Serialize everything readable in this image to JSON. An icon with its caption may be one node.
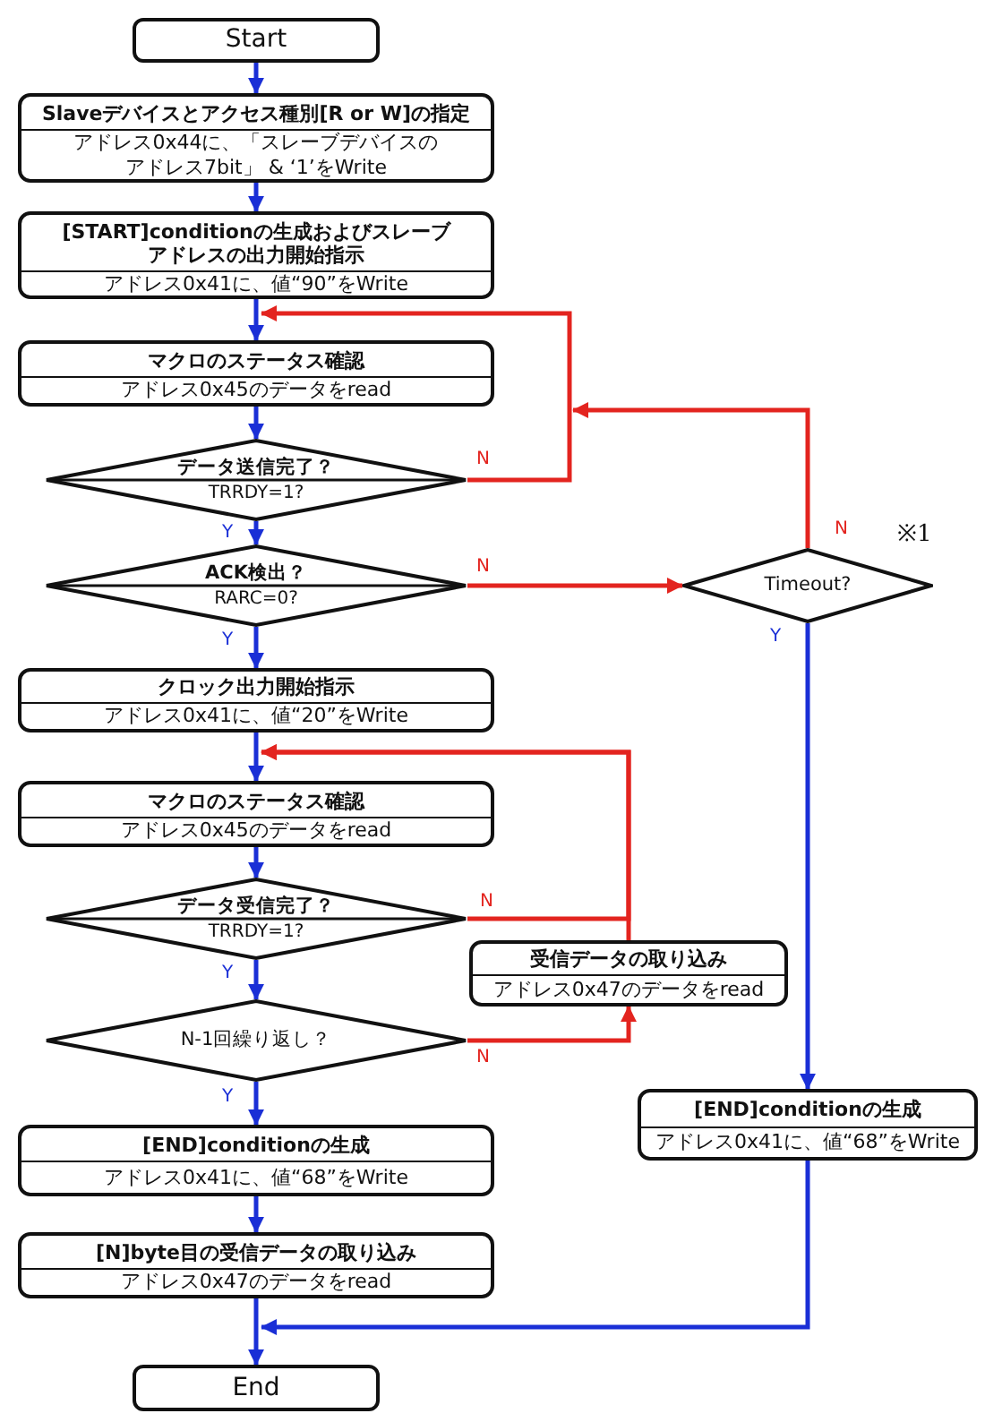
{
  "diagram": {
    "nodes": [
      {
        "text": [
          "Start"
        ]
      },
      {
        "text": [
          "Slaveデバイスとアクセス種別[R or W]の指定",
          "アドレス0x44に、「スレーブデバイスのアドレス7bit」 & ‘1’をWrite"
        ]
      },
      {
        "text": [
          "[START]conditionの生成およびスレーブアドレスの出力開始指示",
          "アドレス0x41に、値“90”をWrite"
        ]
      },
      {
        "text": [
          "マクロのステータス確認",
          "アドレス0x45のデータをread"
        ]
      },
      {
        "text": [
          "データ送信完了？",
          "TRRDY=1?"
        ]
      },
      {
        "text": [
          "ACK検出？",
          "RARC=0?"
        ]
      },
      {
        "text": [
          "Timeout?"
        ],
        "beside": [
          "※1"
        ]
      },
      {
        "text": [
          "クロック出力開始指示",
          "アドレス0x41に、値“20”をWrite"
        ]
      },
      {
        "text": [
          "マクロのステータス確認",
          "アドレス0x45のデータをread"
        ]
      },
      {
        "text": [
          "データ受信完了？",
          "TRRDY=1?"
        ]
      },
      {
        "text": [
          "受信データの取り込み",
          "アドレス0x47のデータをread"
        ]
      },
      {
        "text": [
          "N-1回繰り返し？"
        ]
      },
      {
        "text": [
          "[END]conditionの生成",
          "アドレス0x41に、値“68”をWrite"
        ]
      },
      {
        "text": [
          "[N]byte目の受信データの取り込み",
          "アドレス0x47のデータをread"
        ]
      },
      {
        "text": [
          "[END]conditionの生成",
          "アドレス0x41に、値“68”をWrite"
        ]
      },
      {
        "text": [
          "End"
        ]
      }
    ],
    "edges": [
      {
        "from": 0,
        "to": 1,
        "arrow": "to"
      },
      {
        "from": 1,
        "to": 2,
        "arrow": "to"
      },
      {
        "from": 2,
        "to": 3,
        "arrow": "to"
      },
      {
        "from": 3,
        "to": 4,
        "arrow": "to"
      },
      {
        "from": 4,
        "to": 5,
        "arrow": "to",
        "label": "Y"
      },
      {
        "from": 4,
        "to": 3,
        "arrow": "to",
        "label": "N",
        "color": "#e3241f"
      },
      {
        "from": 5,
        "to": 6,
        "arrow": "to",
        "label": "N",
        "color": "#e3241f"
      },
      {
        "from": 6,
        "to": 3,
        "arrow": "to",
        "label": "N",
        "color": "#e3241f"
      },
      {
        "from": 5,
        "to": 7,
        "arrow": "to",
        "label": "Y"
      },
      {
        "from": 6,
        "to": 14,
        "arrow": "to",
        "label": "Y"
      },
      {
        "from": 7,
        "to": 8,
        "arrow": "to"
      },
      {
        "from": 8,
        "to": 9,
        "arrow": "to"
      },
      {
        "from": 9,
        "to": 8,
        "arrow": "to",
        "label": "N",
        "color": "#e3241f"
      },
      {
        "from": 9,
        "to": 11,
        "arrow": "to",
        "label": "Y"
      },
      {
        "from": 10,
        "to": 8,
        "arrow": "to",
        "color": "#e3241f"
      },
      {
        "from": 11,
        "to": 10,
        "arrow": "to",
        "label": "N",
        "color": "#e3241f"
      },
      {
        "from": 11,
        "to": 12,
        "arrow": "to",
        "label": "Y"
      },
      {
        "from": 12,
        "to": 13,
        "arrow": "to"
      },
      {
        "from": 13,
        "to": 15,
        "arrow": "to"
      },
      {
        "from": 14,
        "to": 15,
        "arrow": "to"
      }
    ]
  }
}
